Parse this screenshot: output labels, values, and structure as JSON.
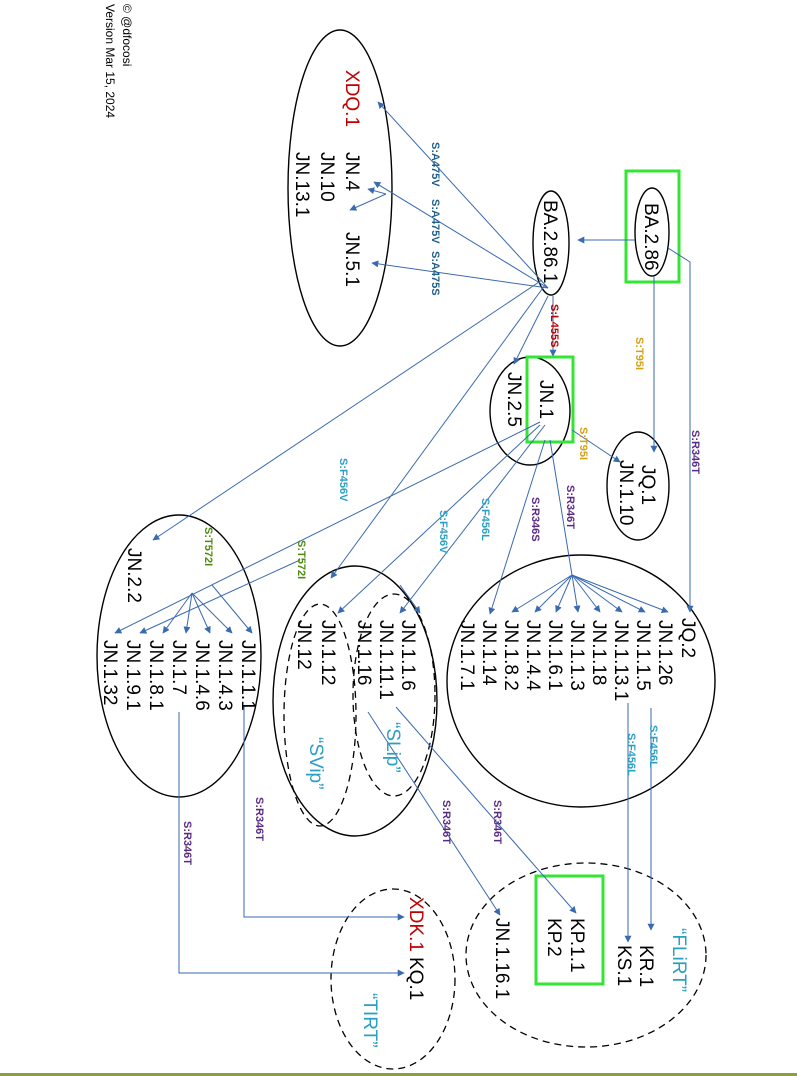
{
  "credit": {
    "handle": "© @dfocosi",
    "version": "Version Mar 15, 2024"
  },
  "colors": {
    "mutation_blue": "#1f5f8b",
    "mutation_red": "#c00000",
    "mutation_gold": "#d4a017",
    "mutation_purple": "#5b2a86",
    "mutation_teal": "#2a9fc4",
    "mutation_green": "#4f8a10",
    "highlight": "#33e633",
    "red_lineage": "#c00000"
  },
  "nodes": {
    "ba286": "BA.2.86",
    "ba2861": "BA.2.86.1",
    "xdq1": "XDQ.1",
    "jn4": "JN.4",
    "jn10": "JN.10",
    "jn131": "JN.13.1",
    "jn51": "JN.5.1",
    "jn1": "JN.1",
    "jn25": "JN.2.5",
    "jq1": "JQ.1",
    "jn110": "JN.1.10",
    "jn22": "JN.2.2",
    "jn1111_a": "JN.1.1.1",
    "jn143": "JN.1.4.3",
    "jn146": "JN.1.4.6",
    "jn17": "JN.1.7",
    "jn181": "JN.1.8.1",
    "jn191": "JN.1.9.1",
    "jn132": "JN.1.32",
    "jn112": "JN.1.12",
    "jn12": "JN.12",
    "jn116_a": "JN.1.1.6",
    "jn1111_b": "JN.1.11.1",
    "jn116_b": "JN.1.16",
    "jq2": "JQ.2",
    "jn126": "JN.1.26",
    "jn115": "JN.1.1.5",
    "jn1131": "JN.1.13.1",
    "jn118": "JN.1.18",
    "jn113": "JN.1.1.3",
    "jn161": "JN.1.6.1",
    "jn144": "JN.1.4.4",
    "jn182": "JN.1.8.2",
    "jn114": "JN.1.14",
    "jn171": "JN.1.7.1",
    "xdk1": "XDK.1",
    "kq1": "KQ.1",
    "kp11": "KP.1.1",
    "kp2": "KP.2",
    "jn1161": "JN.1.16.1",
    "kr1": "KR.1",
    "ks1": "KS.1"
  },
  "groups": {
    "svip": "“SVip”",
    "slip": "“SLip”",
    "flirt": "“FLiRT”",
    "tirt": "“TIRT”"
  },
  "mutations": {
    "a475v_1": "S:A475V",
    "a475v_2": "S:A475V",
    "a475s": "S:A475S",
    "l455s": "S:L455S",
    "t95i_1": "S:T95I",
    "t95i_2": "S:T95I",
    "r346t_1": "S:R346T",
    "r346t_2": "S:R346T",
    "r346t_3": "S:R346T",
    "r346t_4": "S:R346T",
    "r346t_5": "S:R346T",
    "r346t_6": "S:R346T",
    "r346s": "S:R346S",
    "f456v_1": "S:F456V",
    "f456v_2": "S:F456V",
    "f456l_1": "S:F456L",
    "f456l_2": "S:F456L",
    "f456l_3": "S:F456L",
    "t572i_1": "S:T572I",
    "t572i_2": "S:T572I"
  }
}
